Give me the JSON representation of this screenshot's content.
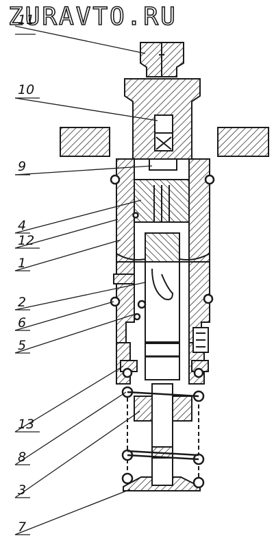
{
  "watermark": "ZURAVTO.RU",
  "callouts": [
    "11",
    "10",
    "9",
    "4",
    "12",
    "1",
    "2",
    "6",
    "5",
    "13",
    "8",
    "3",
    "7"
  ],
  "colors": {
    "ink": "#1a1a1a",
    "paper": "#ffffff"
  }
}
